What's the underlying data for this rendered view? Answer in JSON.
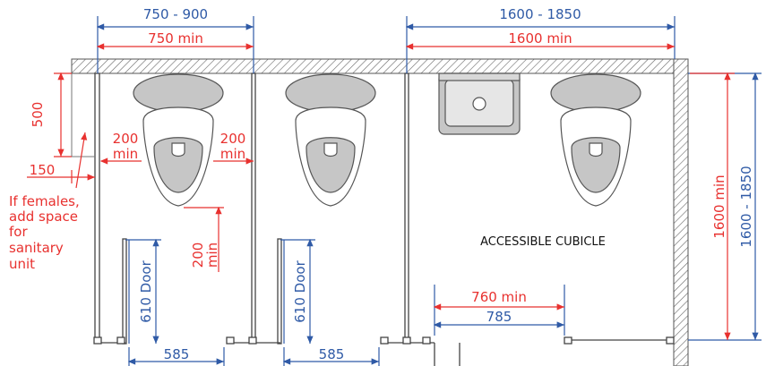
{
  "colors": {
    "red": "#e8312f",
    "blue": "#2f5aa6",
    "wall": "#888888",
    "fixture": "#bfbfbf"
  },
  "dimensions": {
    "cubicle_range": "750 - 900",
    "cubicle_min": "750 min",
    "accessible_range": "1600 - 1850",
    "accessible_min": "1600 min",
    "side_clear_left": "200",
    "side_clear_left_min": "min",
    "side_clear_right": "200",
    "side_clear_right_min": "min",
    "front_clear": "200",
    "front_clear_min": "min",
    "depth_500": "500",
    "width_150": "150",
    "door_1": "610 Door",
    "door_2": "610 Door",
    "door_gap_1": "585",
    "door_gap_2": "585",
    "accessible_door_min": "760 min",
    "accessible_door": "785",
    "depth_min": "1600 min",
    "depth_range": "1600 - 1850"
  },
  "notes": {
    "female_line1": "If females,",
    "female_line2": "add space",
    "female_line3": "for",
    "female_line4": "sanitary",
    "female_line5": "unit"
  },
  "labels": {
    "accessible": "ACCESSIBLE CUBICLE"
  }
}
